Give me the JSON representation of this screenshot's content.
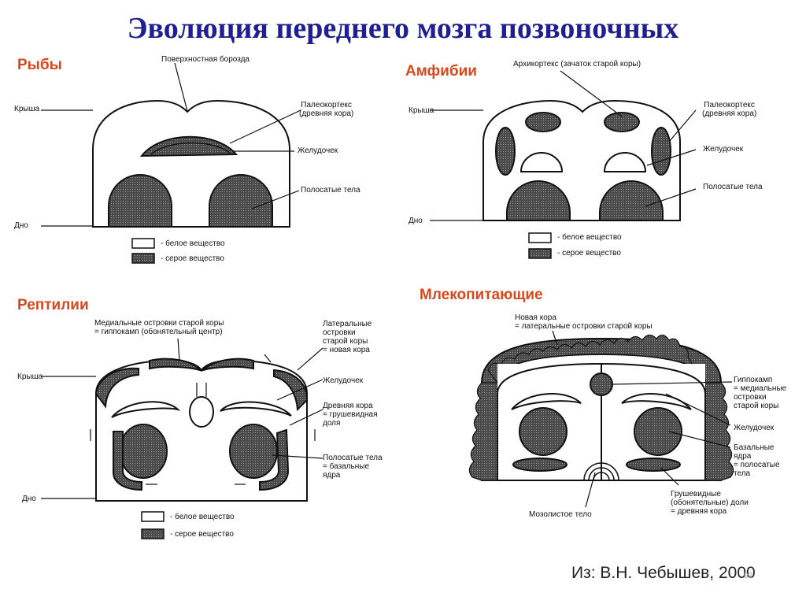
{
  "title": "Эволюция переднего мозга позвоночных",
  "source": "Из: В.Н. Чебышев, 2000",
  "page_number": "92",
  "colors": {
    "title": "#1f1f8f",
    "heading": "#d8481c",
    "gray_matter": "#555555",
    "white_matter": "#ffffff"
  },
  "fish": {
    "heading": "Рыбы",
    "labels": {
      "sulcus": "Поверхностная борозда",
      "roof": "Крыша",
      "paleo1": "Палеокортекс",
      "paleo2": "(древняя кора)",
      "ventricle": "Желудочек",
      "striatum": "Полосатые тела",
      "floor": "Дно"
    },
    "legend": {
      "white": "- белое вещество",
      "gray": "- серое вещество"
    }
  },
  "amphibians": {
    "heading": "Амфибии",
    "labels": {
      "archi": "Архикортекс (зачаток старой коры)",
      "roof": "Крыша",
      "paleo1": "Палеокортекс",
      "paleo2": "(древняя кора)",
      "ventricle": "Желудочек",
      "striatum": "Полосатые тела",
      "floor": "Дно"
    },
    "legend": {
      "white": "- белое вещество",
      "gray": "- серое вещество"
    }
  },
  "reptiles": {
    "heading": "Рептилии",
    "labels": {
      "medial1": "Медиальные островки старой коры",
      "medial2": "= гиппокамп (обонятельный центр)",
      "roof": "Крыша",
      "lateral1": "Латеральные",
      "lateral2": "островки",
      "lateral3": "старой коры",
      "lateral4": "= новая кора",
      "ventricle": "Желудочек",
      "ancient1": "Древняя кора",
      "ancient2": "= грушевидная",
      "ancient3": "доля",
      "striatum1": "Полосатые тела",
      "striatum2": "= базальные",
      "striatum3": "ядра",
      "floor": "Дно"
    },
    "legend": {
      "white": "- белое вещество",
      "gray": "- серое вещество"
    }
  },
  "mammals": {
    "heading": "Млекопитающие",
    "labels": {
      "neo1": "Новая кора",
      "neo2": "= латеральные островки старой коры",
      "hippo1": "Гиппокамп",
      "hippo2": "= медиальные",
      "hippo3": "островки",
      "hippo4": "старой коры",
      "ventricle": "Желудочек",
      "basal1": "Базальные",
      "basal2": "ядра",
      "basal3": "= полосатые",
      "basal4": "тела",
      "piri1": "Грушевидные",
      "piri2": "(обонятельные) доли",
      "piri3": "= древняя кора",
      "callosum": "Мозолистое тело"
    }
  }
}
